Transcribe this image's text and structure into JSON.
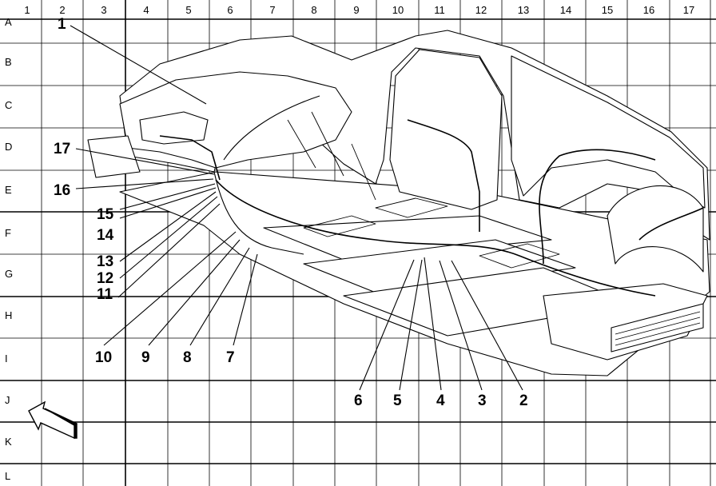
{
  "grid": {
    "columns": [
      "1",
      "2",
      "3",
      "4",
      "5",
      "6",
      "7",
      "8",
      "9",
      "10",
      "11",
      "12",
      "13",
      "14",
      "15",
      "16",
      "17"
    ],
    "rows": [
      "A",
      "B",
      "C",
      "D",
      "E",
      "F",
      "G",
      "H",
      "I",
      "J",
      "K",
      "L"
    ]
  },
  "callouts": [
    {
      "id": "c1",
      "label": "1"
    },
    {
      "id": "c2",
      "label": "2"
    },
    {
      "id": "c3",
      "label": "3"
    },
    {
      "id": "c4",
      "label": "4"
    },
    {
      "id": "c5",
      "label": "5"
    },
    {
      "id": "c6",
      "label": "6"
    },
    {
      "id": "c7",
      "label": "7"
    },
    {
      "id": "c8",
      "label": "8"
    },
    {
      "id": "c9",
      "label": "9"
    },
    {
      "id": "c10",
      "label": "10"
    },
    {
      "id": "c11",
      "label": "11"
    },
    {
      "id": "c12",
      "label": "12"
    },
    {
      "id": "c13",
      "label": "13"
    },
    {
      "id": "c14",
      "label": "14"
    },
    {
      "id": "c15",
      "label": "15"
    },
    {
      "id": "c16",
      "label": "16"
    },
    {
      "id": "c17",
      "label": "17"
    }
  ],
  "colors": {
    "line": "#000000",
    "background": "#ffffff"
  },
  "icons": {
    "front_arrow": "front-arrow-icon"
  }
}
